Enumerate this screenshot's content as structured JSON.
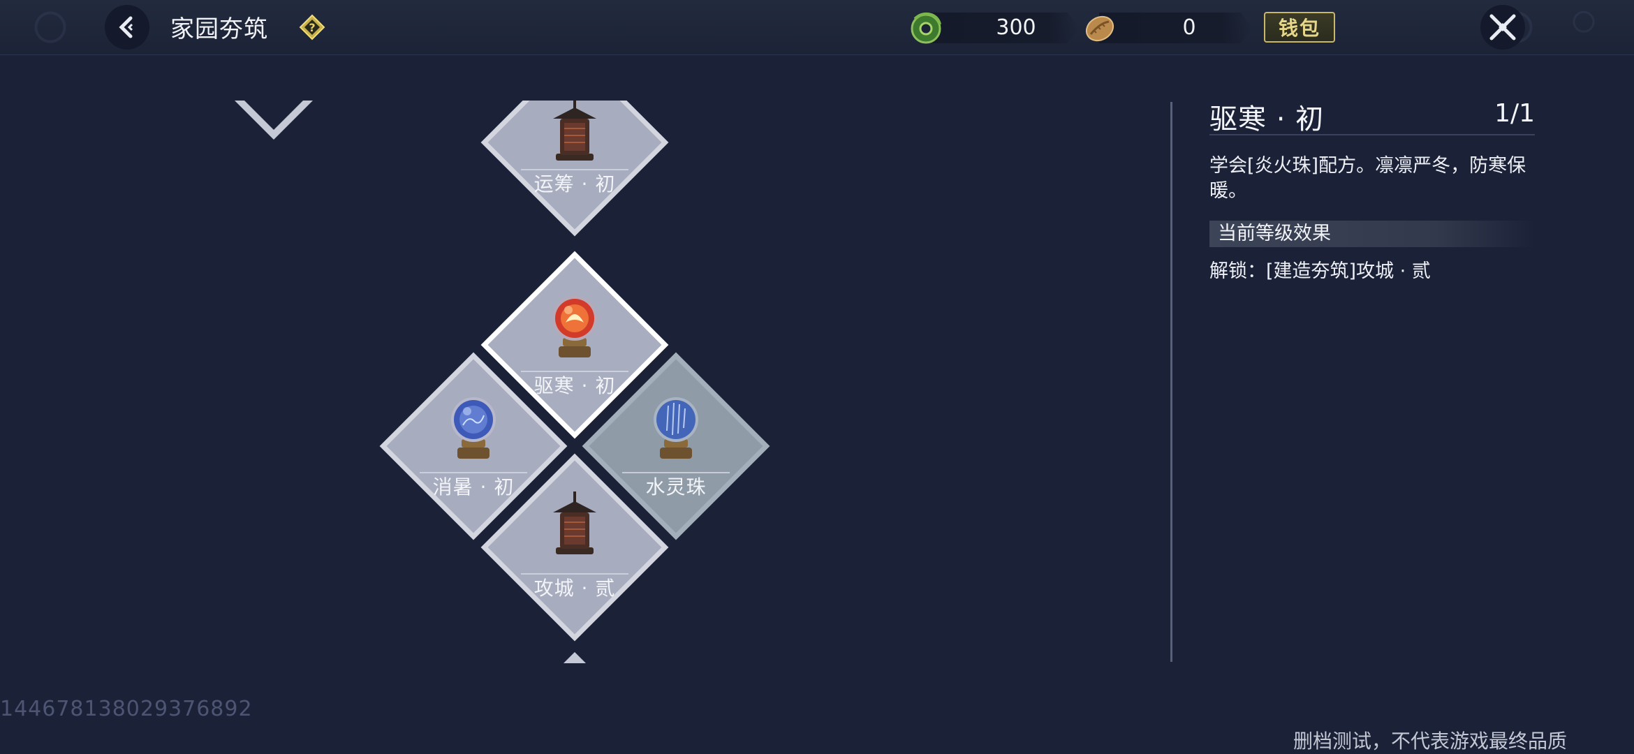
{
  "header": {
    "title": "家园夯筑",
    "currencies": [
      {
        "icon": "green-jade-coin-icon",
        "value": "300"
      },
      {
        "icon": "bronze-seed-coin-icon",
        "value": "0"
      }
    ],
    "wallet_label": "钱包"
  },
  "tree": {
    "nodes": [
      {
        "id": "yunchou",
        "label": "运筹 · 初",
        "icon": "watchtower-icon",
        "state": "normal"
      },
      {
        "id": "quhan",
        "label": "驱寒 · 初",
        "icon": "fire-orb-icon",
        "state": "selected"
      },
      {
        "id": "xiaoshu",
        "label": "消暑 · 初",
        "icon": "water-orb-icon",
        "state": "normal"
      },
      {
        "id": "shuiling",
        "label": "水灵珠",
        "icon": "rain-orb-icon",
        "state": "water"
      },
      {
        "id": "gongcheng",
        "label": "攻城 · 贰",
        "icon": "watchtower-icon",
        "state": "normal"
      }
    ]
  },
  "detail": {
    "title": "驱寒 · 初",
    "level": "1/1",
    "description": "学会[炎火珠]配方。凛凛严冬，防寒保暖。",
    "effect_heading": "当前等级效果",
    "effect_text": "解锁：[建造夯筑]攻城 · 贰"
  },
  "footer": {
    "uid": "1446781380293768​92",
    "disclaimer": "删档测试，不代表游戏最终品质"
  },
  "colors": {
    "background": "#1b2238",
    "node_fill": "#a7acbe",
    "node_border": "#d3d6df",
    "selected_border": "#ffffff",
    "wallet_gold": "#c9b86a"
  }
}
